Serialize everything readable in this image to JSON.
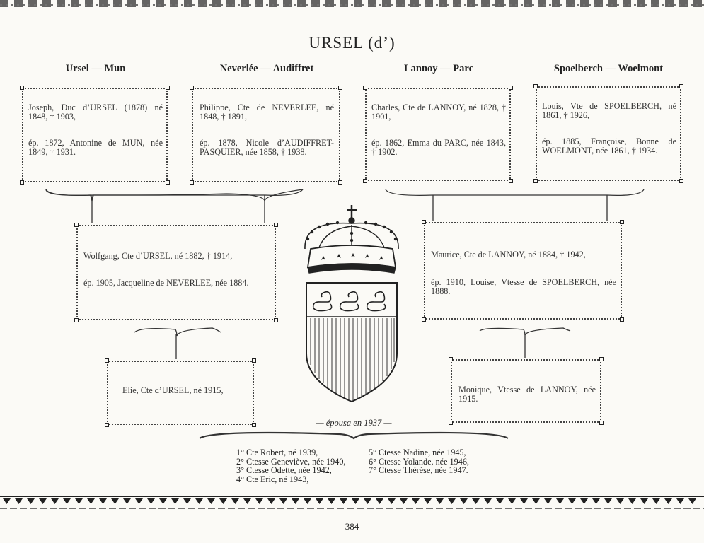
{
  "page": {
    "title": "URSEL (d’)",
    "page_number": "384",
    "married_caption": "— épousa en 1937 —"
  },
  "columns": [
    {
      "head": "Ursel — Mun"
    },
    {
      "head": "Neverlée — Audiffret"
    },
    {
      "head": "Lannoy — Parc"
    },
    {
      "head": "Spoelberch — Woelmont"
    }
  ],
  "grandparents": [
    {
      "line1": "Joseph, Duc d’URSEL (1878) né 1848, † 1903,",
      "line2": "ép. 1872, Antonine de MUN, née 1849, † 1931."
    },
    {
      "line1": "Philippe, Cte de NEVERLEE, né 1848, † 1891,",
      "line2": "ép. 1878, Nicole d’AUDIFFRET-PASQUIER, née 1858, † 1938."
    },
    {
      "line1": "Charles, Cte de LANNOY, né 1828, † 1901,",
      "line2": "ép. 1862, Emma du PARC, née 1843, † 1902."
    },
    {
      "line1": "Louis, Vte de SPOELBERCH, né 1861, † 1926,",
      "line2": "ép. 1885, Françoise, Bonne de WOELMONT, née 1861, † 1934."
    }
  ],
  "parents": [
    {
      "line1": "Wolfgang, Cte d’URSEL, né 1882, † 1914,",
      "line2": "ép. 1905, Jacqueline de NEVERLEE, née 1884."
    },
    {
      "line1": "Maurice, Cte de LANNOY, né 1884, † 1942,",
      "line2": "ép. 1910, Louise, Vtesse de SPOELBERCH, née 1888."
    }
  ],
  "couple": [
    {
      "line1": "Elie, Cte d’URSEL, né 1915,"
    },
    {
      "line1": "Monique, Vtesse de LANNOY, née 1915."
    }
  ],
  "children": {
    "left": [
      "1° Cte Robert, né 1939,",
      "2° Ctesse Geneviève, née 1940,",
      "3° Ctesse Odette, née 1942,",
      "4° Cte Eric, né 1943,"
    ],
    "right": [
      "5° Ctesse Nadine, née 1945,",
      "6° Ctesse Yolande, née 1946,",
      "7° Ctesse Thérèse, née 1947."
    ]
  },
  "icons": {
    "coat_of_arms": "crowned-shield-with-swans-icon"
  }
}
